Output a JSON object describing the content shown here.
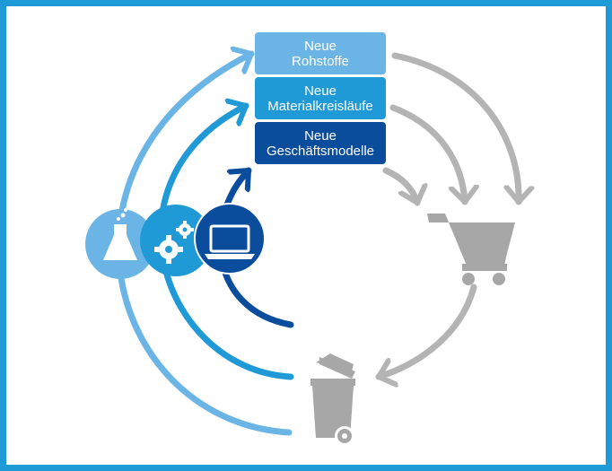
{
  "labels": {
    "rohstoffe": {
      "line1": "Neue",
      "line2": "Rohstoffe"
    },
    "material": {
      "line1": "Neue",
      "line2": "Materialkreisläufe"
    },
    "geschaeft": {
      "line1": "Neue",
      "line2": "Geschäftsmodelle"
    }
  },
  "colors": {
    "frame": "#1e9ad6",
    "light_blue": "#6bb5e6",
    "mid_blue": "#1f9ad6",
    "dark_blue": "#0a4d9c",
    "gray": "#b4b4b4",
    "icon_gray": "#a7a7a7"
  },
  "icons": [
    "flask-icon",
    "gears-icon",
    "laptop-icon",
    "shopping-cart-icon",
    "trash-bin-icon"
  ]
}
